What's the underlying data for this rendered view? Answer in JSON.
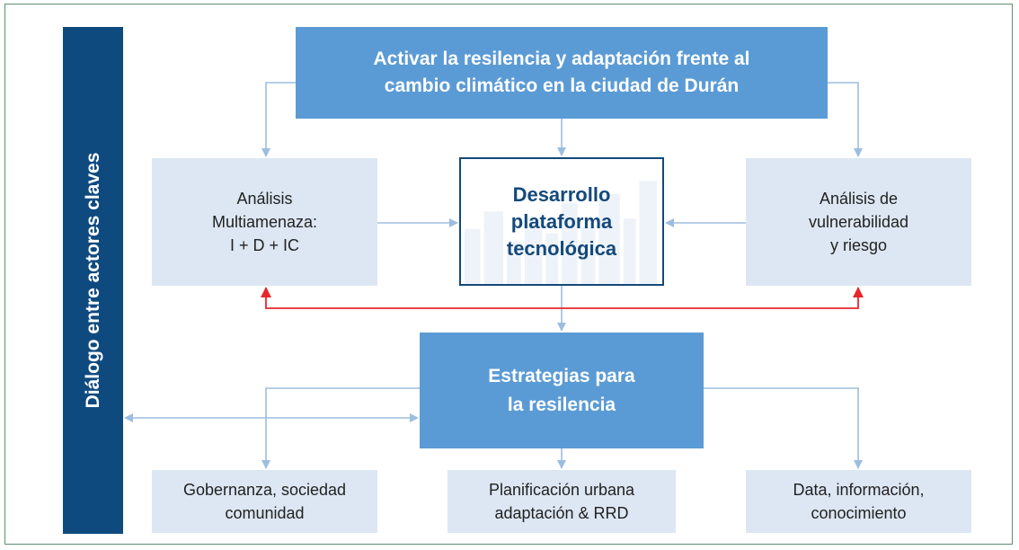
{
  "side_label": "Diálogo entre actores claves",
  "top": "Activar la resilencia y adaptación frente al\ncambio climático en la ciudad de Durán",
  "left_analysis": "Análisis\nMultiamenaza:\nI + D + IC",
  "center": "Desarrollo\nplataforma\ntecnológica",
  "right_analysis": "Análisis de\nvulnerabilidad\ny riesgo",
  "strategies": "Estrategias para\nla resilencia",
  "bottom": [
    "Gobernanza, sociedad\ncomunidad",
    "Planificación urbana\nadaptación & RRD",
    "Data, información,\nconocimiento"
  ],
  "colors": {
    "dark_blue": "#0f4a7f",
    "medium_blue": "#5b9bd5",
    "light_blue": "#dde7f3",
    "arrow_blue": "#9dbde0",
    "feedback_red": "#e8272b"
  }
}
